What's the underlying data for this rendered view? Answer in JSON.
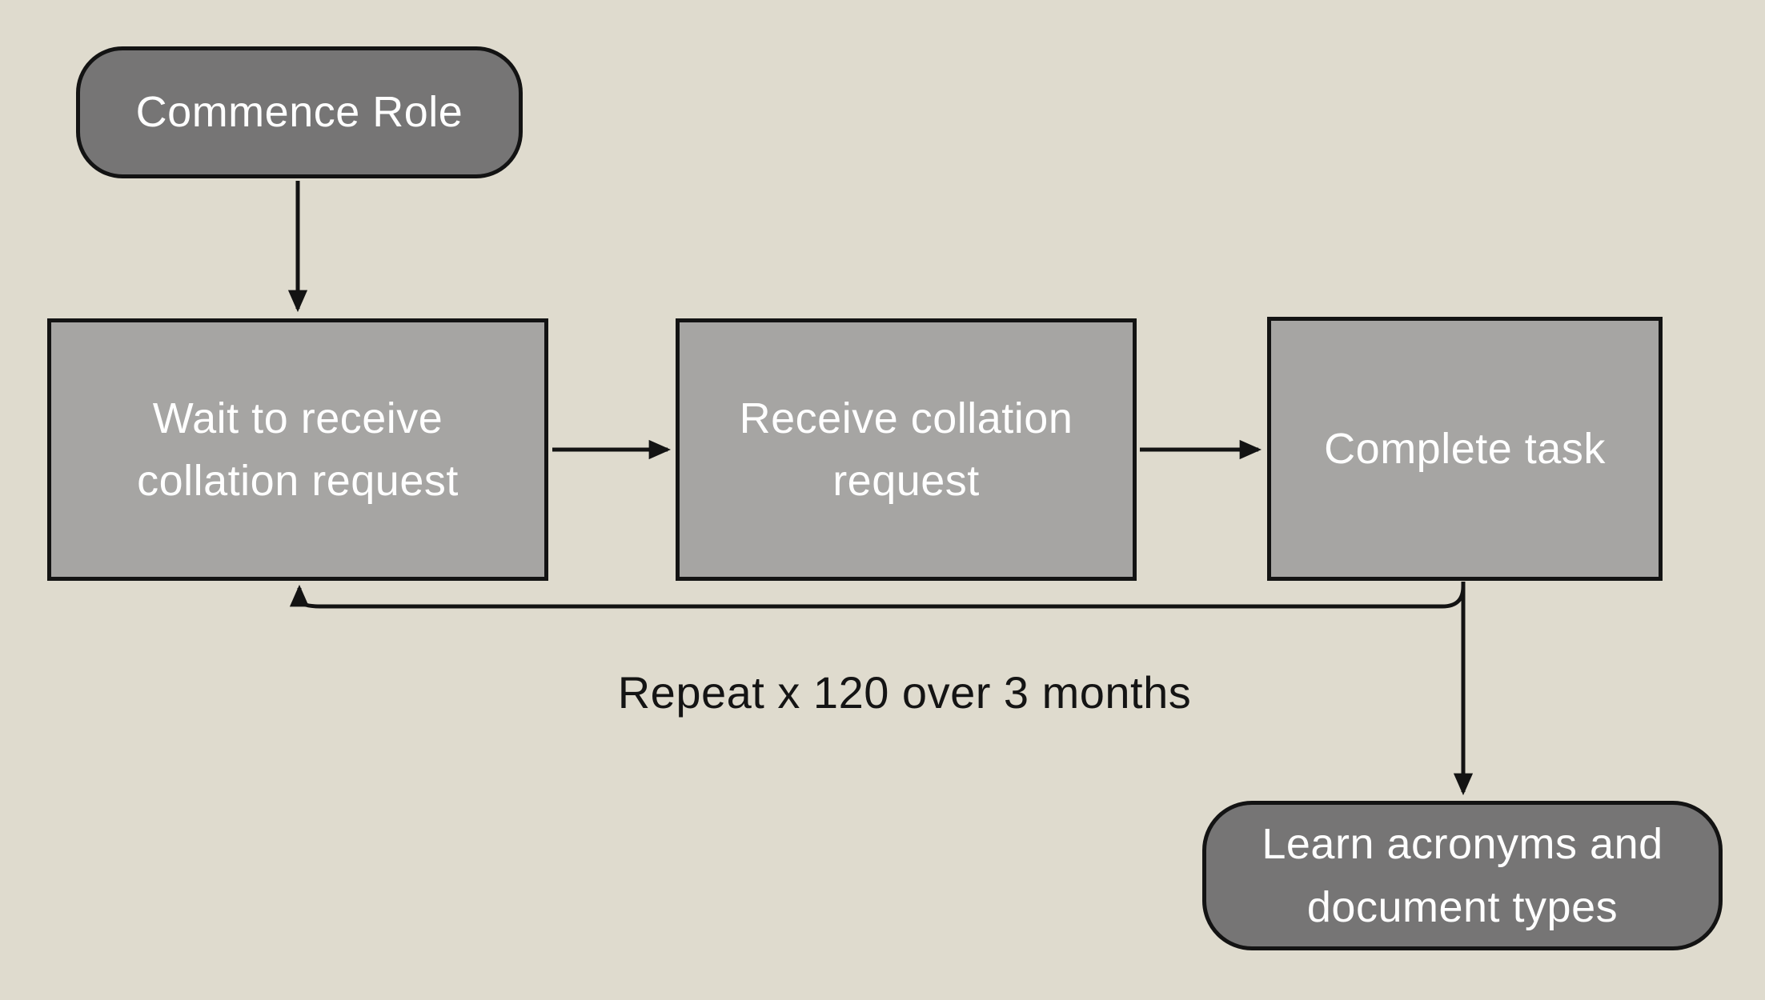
{
  "colors": {
    "background": "#dfdbce",
    "process_fill": "#a6a5a3",
    "terminator_fill": "#767575",
    "line": "#131313",
    "node_text": "#ffffff",
    "annotation_text": "#141414"
  },
  "nodes": {
    "start": {
      "type": "terminator",
      "label": "Commence Role"
    },
    "wait": {
      "type": "process",
      "label": "Wait to receive\ncollation request"
    },
    "receive": {
      "type": "process",
      "label": "Receive collation\nrequest"
    },
    "complete": {
      "type": "process",
      "label": "Complete task"
    },
    "learn": {
      "type": "terminator",
      "label": "Learn acronyms and\ndocument types"
    }
  },
  "edges": [
    {
      "from": "Commence Role",
      "to": "Wait to receive collation request"
    },
    {
      "from": "Wait to receive collation request",
      "to": "Receive collation request"
    },
    {
      "from": "Receive collation request",
      "to": "Complete task"
    },
    {
      "from": "Complete task",
      "to": "Wait to receive collation request",
      "note": "feedback loop"
    },
    {
      "from": "Complete task",
      "to": "Learn acronyms and document types"
    }
  ],
  "annotation": {
    "label": "Repeat x 120 over 3 months"
  }
}
